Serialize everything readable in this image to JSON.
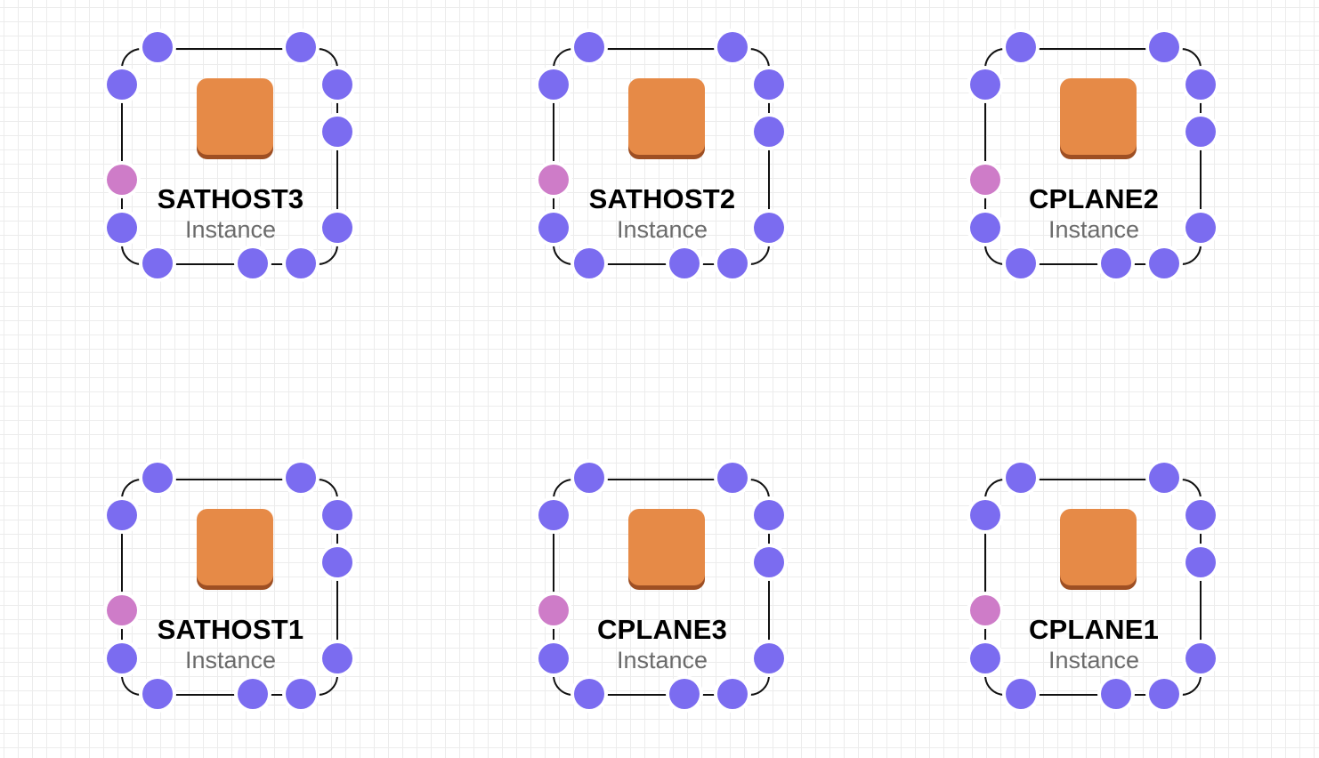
{
  "diagram": {
    "nodes": [
      {
        "id": "n1",
        "label": "SATHOST3",
        "type": "Instance"
      },
      {
        "id": "n2",
        "label": "SATHOST2",
        "type": "Instance"
      },
      {
        "id": "n3",
        "label": "CPLANE2",
        "type": "Instance"
      },
      {
        "id": "n4",
        "label": "SATHOST1",
        "type": "Instance"
      },
      {
        "id": "n5",
        "label": "CPLANE3",
        "type": "Instance"
      },
      {
        "id": "n6",
        "label": "CPLANE1",
        "type": "Instance"
      }
    ]
  },
  "colors": {
    "icon_fill": "#E68A47",
    "icon_shadow": "#9E4F23",
    "connection_point": "#7B6CF0",
    "selected_point": "#CE7CC8",
    "frame_stroke": "#111111",
    "grid": "#ECECEC"
  },
  "icons": {
    "instance": "ec2-instance-icon",
    "connection": "connection-point-icon"
  }
}
